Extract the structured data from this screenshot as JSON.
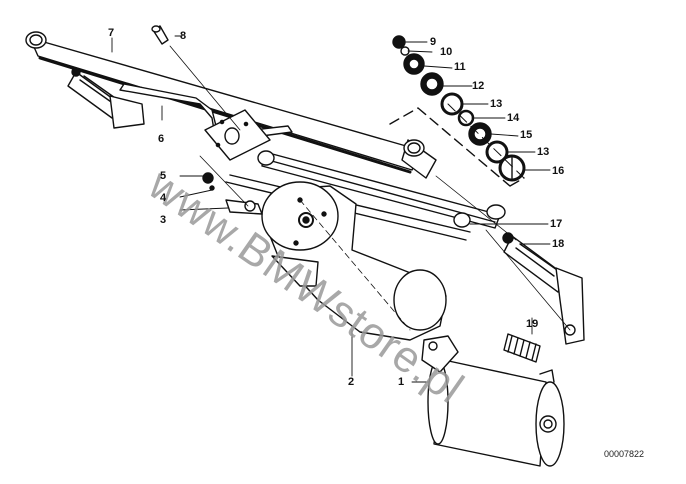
{
  "diagram": {
    "title": "Wiper linkage and motor parts diagram",
    "watermark": "www.BMWstore.pl",
    "catalog_code": "00007822",
    "callouts": [
      {
        "id": "1",
        "label": "1"
      },
      {
        "id": "2",
        "label": "2"
      },
      {
        "id": "3",
        "label": "3"
      },
      {
        "id": "4",
        "label": "4"
      },
      {
        "id": "5",
        "label": "5"
      },
      {
        "id": "6",
        "label": "6"
      },
      {
        "id": "7",
        "label": "7"
      },
      {
        "id": "8",
        "label": "8"
      },
      {
        "id": "9",
        "label": "9"
      },
      {
        "id": "10",
        "label": "10"
      },
      {
        "id": "11",
        "label": "11"
      },
      {
        "id": "12",
        "label": "12"
      },
      {
        "id": "13a",
        "label": "13"
      },
      {
        "id": "14",
        "label": "14"
      },
      {
        "id": "15",
        "label": "15"
      },
      {
        "id": "13b",
        "label": "13"
      },
      {
        "id": "16",
        "label": "16"
      },
      {
        "id": "17",
        "label": "17"
      },
      {
        "id": "18",
        "label": "18"
      },
      {
        "id": "19",
        "label": "19"
      }
    ]
  }
}
